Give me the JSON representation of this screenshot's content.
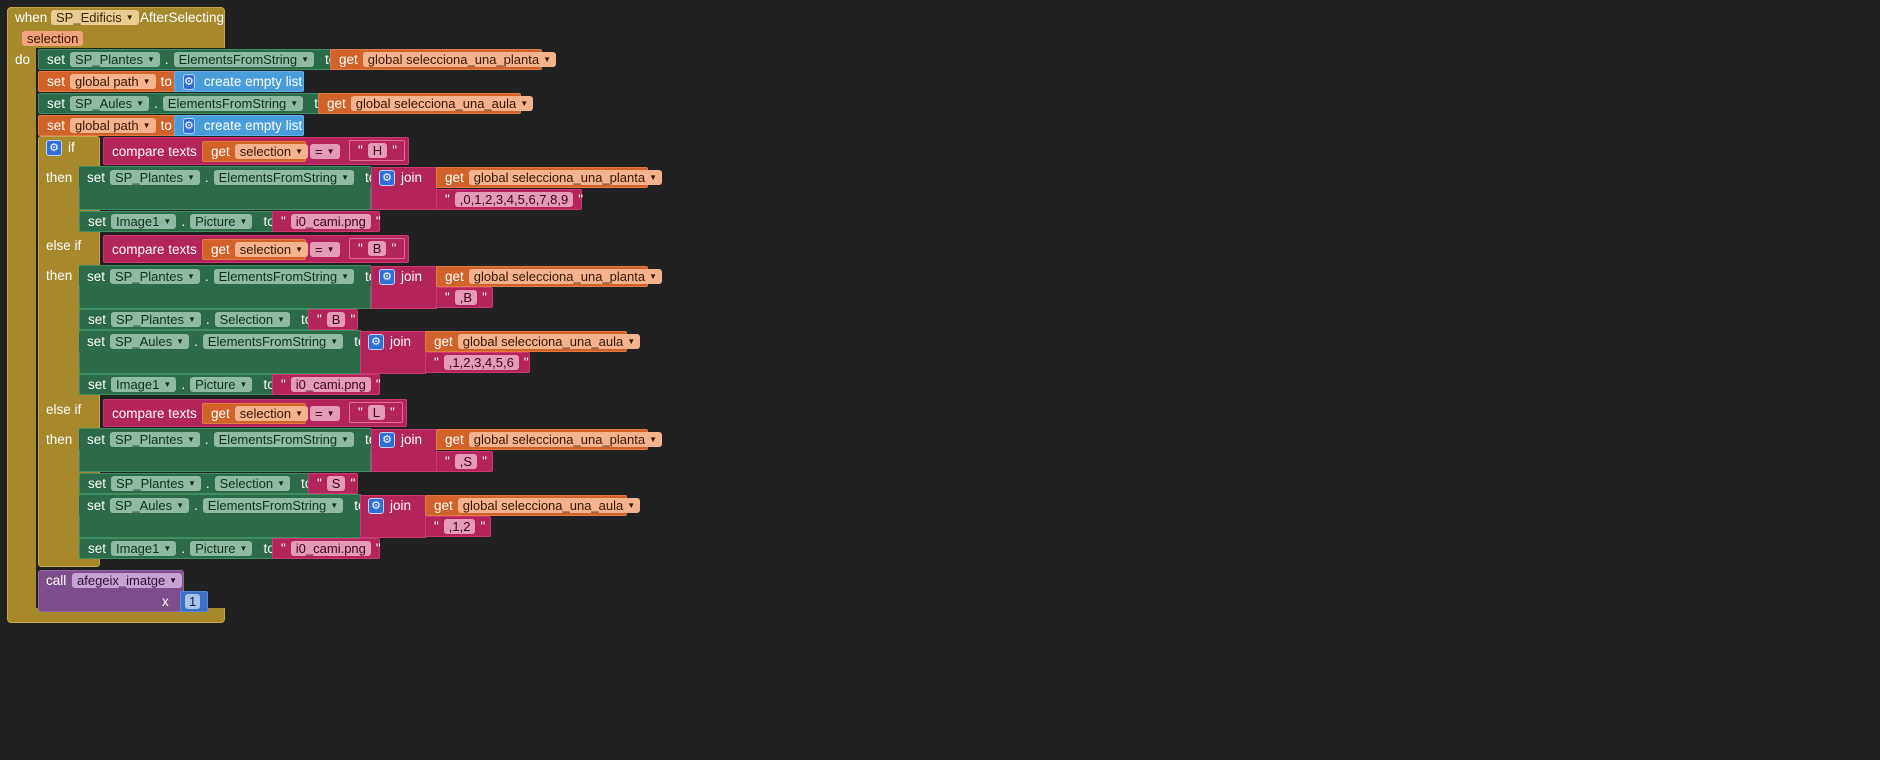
{
  "event": {
    "when_kw": "when",
    "component": "SP_Edificis",
    "event_name": "AfterSelecting",
    "param": "selection",
    "do_kw": "do"
  },
  "kw": {
    "set": "set",
    "get": "get",
    "to": "to",
    "dot": ".",
    "if": "if",
    "then": "then",
    "else_if": "else if",
    "join": "join",
    "compare": "compare texts",
    "eq": "=",
    "call": "call",
    "quote": "\"",
    "create_empty_list": "create empty list"
  },
  "vars": {
    "planta": "global selecciona_una_planta",
    "aula": "global selecciona_una_aula",
    "path": "global path",
    "selection": "selection"
  },
  "components": {
    "plantes": "SP_Plantes",
    "aules": "SP_Aules",
    "image": "Image1"
  },
  "props": {
    "efs": "ElementsFromString",
    "selection": "Selection",
    "picture": "Picture"
  },
  "strings": {
    "H": "H",
    "B": "B",
    "L": "L",
    "S": "S",
    "digits": ",0,1,2,3,4,5,6,7,8,9",
    "commaB": ",B",
    "commaS": ",S",
    "aules_b": ",1,2,3,4,5,6",
    "aules_l": ",1,2",
    "img": "i0_cami.png"
  },
  "call": {
    "procedure": "afegeix_imatge",
    "arg_name": "x",
    "arg_value": "1"
  },
  "icons": {
    "gear": "gear-icon",
    "caret": "dropdown-caret-icon"
  },
  "colors": {
    "background": "#212121",
    "event_block": "#a6882d",
    "component_setter": "#2b6b4a",
    "variable": "#d1632a",
    "list": "#4a9ddb",
    "text": "#b3245a",
    "procedure": "#7d4e8c",
    "number": "#3d6fc2"
  }
}
